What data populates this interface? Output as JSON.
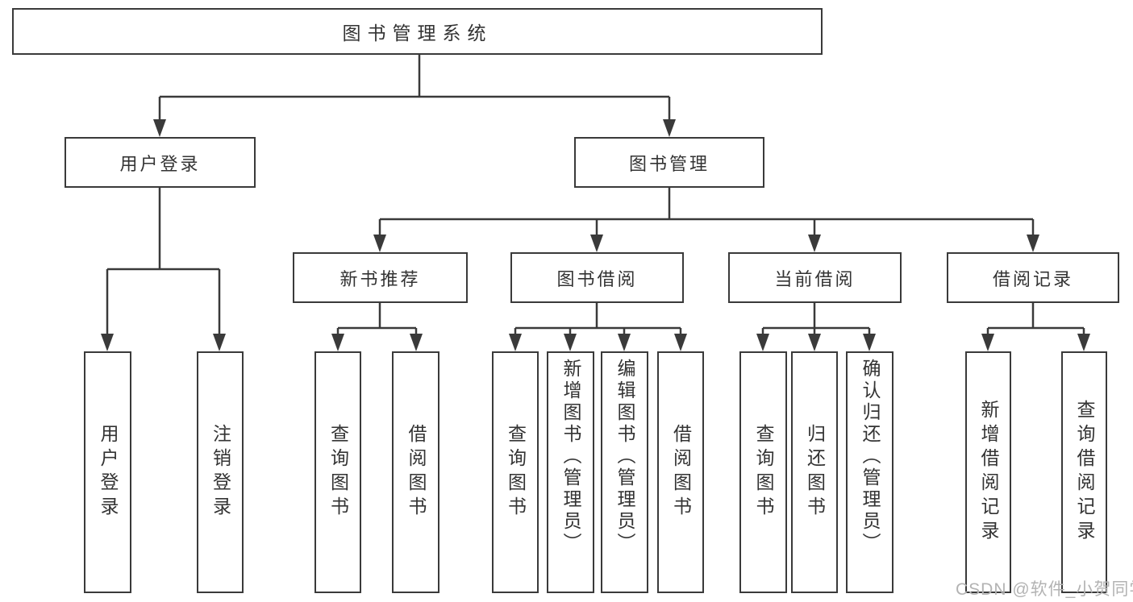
{
  "style": {
    "background": "#ffffff",
    "line_color": "#3a3a3a",
    "box_border_color": "#3a3a3a",
    "text_color": "#333333",
    "watermark_color": "#b3b3b3"
  },
  "watermark": "CSDN @软件_小贺同学",
  "tree": {
    "root": {
      "label": "图书管理系统",
      "children": [
        {
          "label": "用户登录",
          "children": [
            {
              "label": "用户登录"
            },
            {
              "label": "注销登录"
            }
          ]
        },
        {
          "label": "图书管理",
          "children": [
            {
              "label": "新书推荐",
              "children": [
                {
                  "label": "查询图书"
                },
                {
                  "label": "借阅图书"
                }
              ]
            },
            {
              "label": "图书借阅",
              "children": [
                {
                  "label": "查询图书"
                },
                {
                  "label": "新增图书（管理员）"
                },
                {
                  "label": "编辑图书（管理员）"
                },
                {
                  "label": "借阅图书"
                }
              ]
            },
            {
              "label": "当前借阅",
              "children": [
                {
                  "label": "查询图书"
                },
                {
                  "label": "归还图书"
                },
                {
                  "label": "确认归还（管理员）"
                }
              ]
            },
            {
              "label": "借阅记录",
              "children": [
                {
                  "label": "新增借阅记录"
                },
                {
                  "label": "查询借阅记录"
                }
              ]
            }
          ]
        }
      ]
    }
  }
}
